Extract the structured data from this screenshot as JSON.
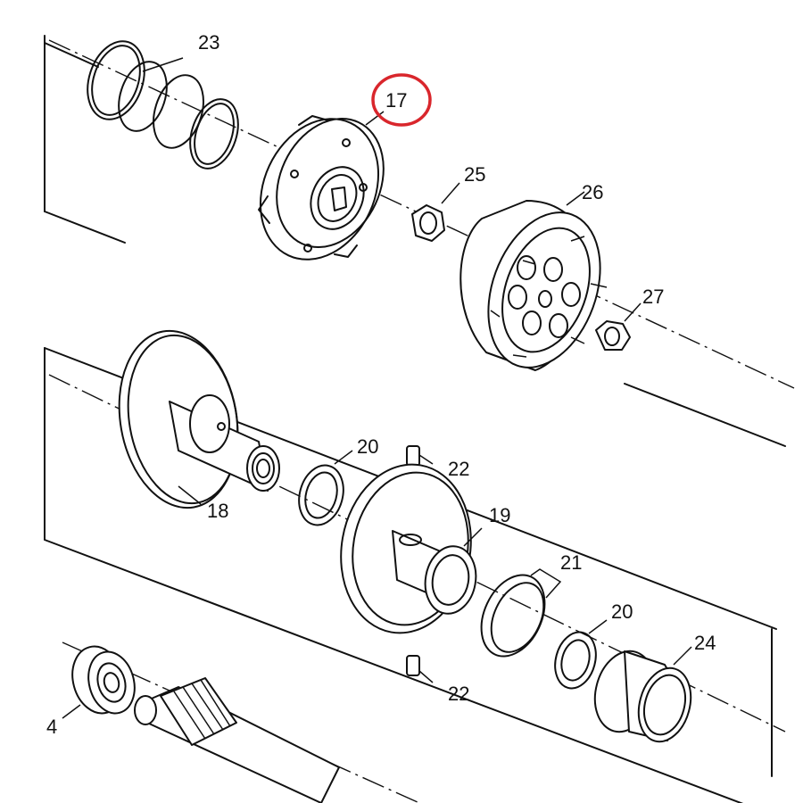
{
  "diagram": {
    "highlight_color": "#d9262c",
    "line_color": "#111111",
    "parts": [
      {
        "id": "p17",
        "label": "17",
        "highlighted": true
      },
      {
        "id": "p18",
        "label": "18"
      },
      {
        "id": "p19",
        "label": "19"
      },
      {
        "id": "p20a",
        "label": "20"
      },
      {
        "id": "p20b",
        "label": "20"
      },
      {
        "id": "p21",
        "label": "21"
      },
      {
        "id": "p22a",
        "label": "22"
      },
      {
        "id": "p22b",
        "label": "22"
      },
      {
        "id": "p23",
        "label": "23"
      },
      {
        "id": "p24",
        "label": "24"
      },
      {
        "id": "p25",
        "label": "25"
      },
      {
        "id": "p26",
        "label": "26"
      },
      {
        "id": "p27",
        "label": "27"
      },
      {
        "id": "p4",
        "label": "4"
      }
    ]
  }
}
